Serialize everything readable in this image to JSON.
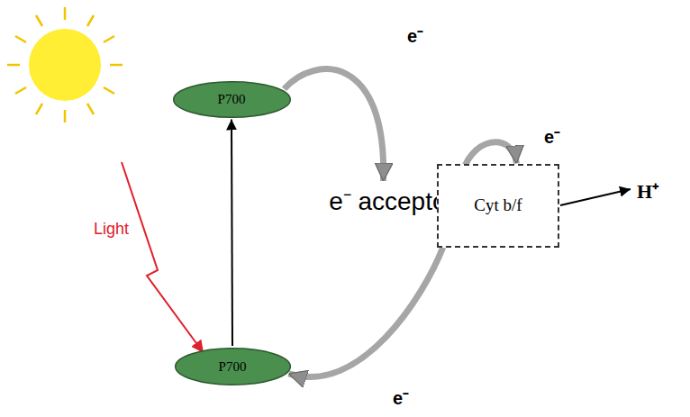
{
  "diagram": {
    "nodes": [
      {
        "text": [
          "P700"
        ]
      },
      {
        "text": [
          "P700"
        ]
      },
      {
        "text": [
          "e⁻ acceptor"
        ]
      },
      {
        "text": [
          "Cyt b/f"
        ]
      }
    ],
    "edges": [
      {
        "from": 0,
        "to": 2,
        "label": "e⁻",
        "arrow": "to"
      },
      {
        "from": 2,
        "to": 3,
        "label": "e⁻",
        "arrow": "to"
      },
      {
        "from": 3,
        "to": 1,
        "label": "e⁻",
        "arrow": "to"
      },
      {
        "from": 1,
        "to": 0,
        "arrow": "to"
      }
    ],
    "labels": [
      "Light",
      "H⁺"
    ]
  }
}
